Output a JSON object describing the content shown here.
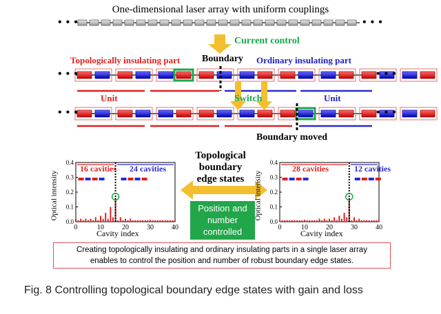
{
  "title": "One-dimensional laser array with uniform couplings",
  "current_control": "Current control",
  "topo_part": "Topologically insulating part",
  "boundary": "Boundary",
  "ordinary_part": "Ordinary insulating part",
  "unit_left": "Unit",
  "unit_right": "Unit",
  "switch": "Switch",
  "boundary_moved": "Boundary moved",
  "ellipsis": "• • •",
  "center_title": [
    "Topological",
    "boundary",
    "edge states"
  ],
  "green_box": [
    "Position and",
    "number",
    "controlled"
  ],
  "left_plot": {
    "red_label": "16 cavities",
    "blue_label": "24 cavities",
    "ylabel": "Optical intensity",
    "xlabel": "Cavity index",
    "xticks": [
      "0",
      "10",
      "20",
      "30",
      "40"
    ],
    "yticks": [
      "0.0",
      "0.1",
      "0.2",
      "0.3",
      "0.4"
    ]
  },
  "right_plot": {
    "red_label": "28 cavities",
    "blue_label": "12 cavities",
    "ylabel": "Optical intensity",
    "xlabel": "Cavity index",
    "xticks": [
      "0",
      "10",
      "20",
      "30",
      "40"
    ],
    "yticks": [
      "0.0",
      "0.1",
      "0.2",
      "0.3",
      "0.4"
    ]
  },
  "chart_data": [
    {
      "type": "bar",
      "boundary_index": 16,
      "x": [
        0,
        1,
        2,
        3,
        4,
        5,
        6,
        7,
        8,
        9,
        10,
        11,
        12,
        13,
        14,
        15,
        16,
        17,
        18,
        19,
        20,
        21,
        22,
        23,
        24,
        25,
        26,
        27,
        28,
        29,
        30,
        31,
        32,
        33,
        34,
        35,
        36,
        37,
        38,
        39,
        40
      ],
      "values": [
        0.02,
        0.01,
        0.02,
        0.01,
        0.02,
        0.01,
        0.02,
        0.01,
        0.03,
        0.01,
        0.04,
        0.02,
        0.06,
        0.02,
        0.1,
        0.03,
        0.16,
        0.01,
        0.03,
        0.01,
        0.02,
        0.01,
        0.02,
        0.01,
        0.01,
        0.01,
        0.01,
        0.01,
        0.01,
        0.01,
        0.01,
        0.01,
        0.01,
        0.01,
        0.01,
        0.01,
        0.01,
        0.01,
        0.01,
        0.01,
        0.01
      ],
      "ylim": [
        0,
        0.4
      ],
      "xlim": [
        0,
        40
      ]
    },
    {
      "type": "bar",
      "boundary_index": 28,
      "x": [
        0,
        1,
        2,
        3,
        4,
        5,
        6,
        7,
        8,
        9,
        10,
        11,
        12,
        13,
        14,
        15,
        16,
        17,
        18,
        19,
        20,
        21,
        22,
        23,
        24,
        25,
        26,
        27,
        28,
        29,
        30,
        31,
        32,
        33,
        34,
        35,
        36,
        37,
        38,
        39,
        40
      ],
      "values": [
        0.01,
        0.01,
        0.01,
        0.01,
        0.01,
        0.01,
        0.01,
        0.01,
        0.01,
        0.01,
        0.01,
        0.01,
        0.01,
        0.01,
        0.01,
        0.01,
        0.02,
        0.01,
        0.02,
        0.01,
        0.02,
        0.01,
        0.03,
        0.01,
        0.04,
        0.02,
        0.06,
        0.03,
        0.16,
        0.01,
        0.03,
        0.01,
        0.02,
        0.01,
        0.01,
        0.01,
        0.01,
        0.01,
        0.01,
        0.01,
        0.01
      ],
      "ylim": [
        0,
        0.4
      ],
      "xlim": [
        0,
        40
      ]
    }
  ],
  "caption_box": [
    "Creating topologically insulating and ordinary insulating parts in a single laser array",
    "enables to control the position and number of robust boundary edge states."
  ],
  "fig_caption": "Fig. 8 Controlling topological boundary edge states with gain and loss",
  "colors": {
    "red": "#e02020",
    "blue": "#2a2ad0",
    "green": "#1aa84a",
    "arrow": "#f3bf2e"
  }
}
